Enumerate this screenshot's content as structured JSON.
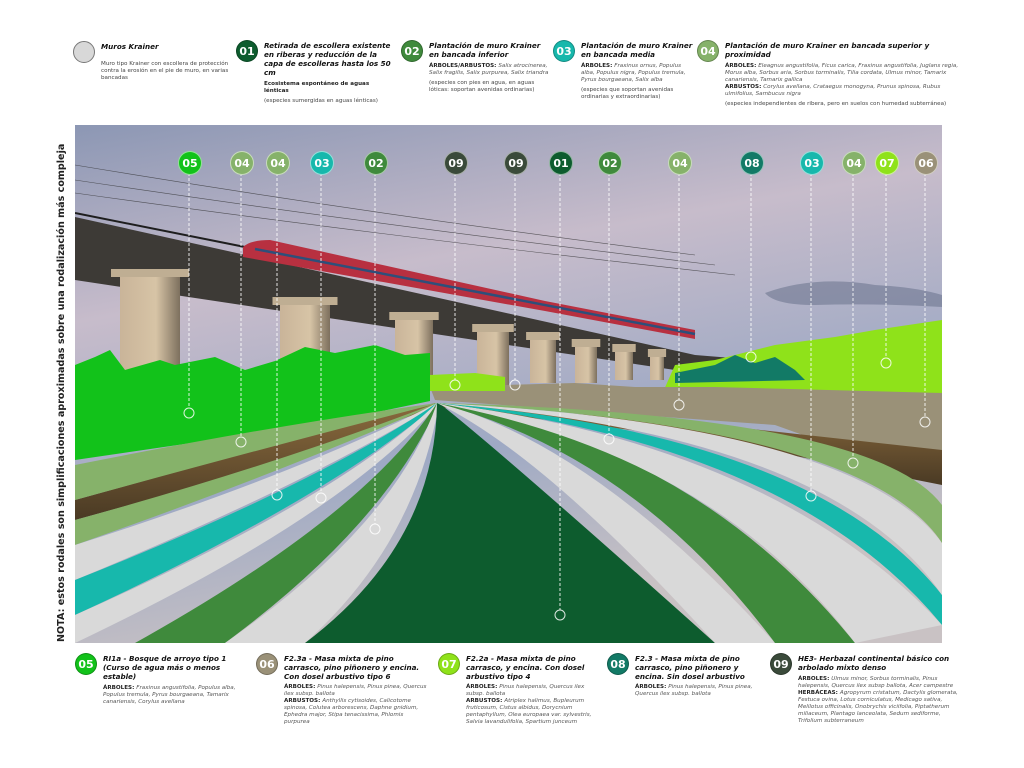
{
  "colors": {
    "c01": "#0d5c2e",
    "c02": "#3f8a3c",
    "c03": "#17b8ac",
    "c04": "#86b26a",
    "c05": "#12c21a",
    "c06": "#9a9178",
    "c07": "#8fe21a",
    "c08": "#127a66",
    "c09": "#3a4a3a",
    "krainer": "#d9d9d9"
  },
  "side_note": "NOTA: estos rodales son simplificaciones aproximadas sobre una rodalización más compleja",
  "legend_top": [
    {
      "id": "krainer",
      "num": "",
      "title": "Muros Krainer",
      "lines": [
        {
          "t": "Muro tipo Krainer con escollera de protección contra la erosión en el pie de muro, en varias bancadas"
        }
      ]
    },
    {
      "id": "01",
      "num": "01",
      "title": "Retirada de escollera existente en riberas y reducción de la capa de escolleras hasta los 50 cm",
      "lines": [
        {
          "b": "Ecosistema espontáneo de aguas lénticas"
        },
        {
          "t": "(especies sumergidas en aguas lénticas)"
        }
      ]
    },
    {
      "id": "02",
      "num": "02",
      "title": "Plantación de muro Krainer en bancada inferior",
      "lines": [
        {
          "b": "ÁRBOLES/ARBUSTOS: ",
          "i": "Salix atrocinerea, Salix fragilis, Salix purpurea, Salix triandra"
        },
        {
          "t": "(especies con pies en agua, en aguas lóticas: soportan avenidas ordinarias)"
        }
      ]
    },
    {
      "id": "03",
      "num": "03",
      "title": "Plantación de muro Krainer en bancada media",
      "lines": [
        {
          "b": "ÁRBOLES: ",
          "i": "Fraxinus ornus, Populus alba, Populus nigra, Populus tremula, Pyrus bourgaeana, Salix alba"
        },
        {
          "t": "(especies que soportan avenidas ordinarias y extraordinarias)"
        }
      ]
    },
    {
      "id": "04",
      "num": "04",
      "title": "Plantación de muro Krainer en bancada superior y proximidad",
      "lines": [
        {
          "b": "ÁRBOLES: ",
          "i": "Eleagnus angustifolia, Ficus carica, Fraxinus angustifolia, Juglans regia, Morus alba, Sorbus aria, Sorbus torminalis, Tilia cordata, Ulmus minor, Tamarix canariensis, Tamarix gallica"
        },
        {
          "b": "ARBUSTOS: ",
          "i": "Corylus avellana, Crataegus monogyna, Prunus spinosa, Rubus ulmifolius, Sambucus nigra"
        },
        {
          "t": "(especies independientes de ribera, pero en suelos con humedad subterránea)"
        }
      ]
    }
  ],
  "legend_bottom": [
    {
      "id": "05",
      "num": "05",
      "title": "RI1a - Bosque de arroyo tipo 1 (Curso de agua más o menos estable)",
      "lines": [
        {
          "b": "ÁRBOLES: ",
          "i": "Fraxinus angustifolia, Populus alba, Populus tremula, Pyrus bourgaeana, Tamarix canariensis, Corylus avellana"
        }
      ]
    },
    {
      "id": "06",
      "num": "06",
      "title": "F2.3a - Masa mixta de pino carrasco, pino piñonero y encina. Con dosel arbustivo tipo 6",
      "lines": [
        {
          "b": "ÁRBOLES: ",
          "i": "Pinus halepensis, Pinus pinea, Quercus ilex subsp. ballota"
        },
        {
          "b": "ARBUSTOS: ",
          "i": "Anthyllis cytisoides, Calicotome spinosa, Colutea arborescens, Daphne gnidium, Ephedra major, Stipa tenacissima, Phlomis purpurea"
        }
      ]
    },
    {
      "id": "07",
      "num": "07",
      "title": "F2.2a - Masa mixta de pino carrasco, y encina. Con dosel arbustivo tipo 4",
      "lines": [
        {
          "b": "ÁRBOLES: ",
          "i": "Pinus halepensis, Quercus ilex subsp. ballota"
        },
        {
          "b": "ARBUSTOS: ",
          "i": "Atriplex halimus, Bupleurum fruticosum, Cistus albidus, Dorycnium pentaphyllum, Olea europaea var. sylvestris, Salvia lavandulifolia, Spartium junceum"
        }
      ]
    },
    {
      "id": "08",
      "num": "08",
      "title": "F2.3 - Masa mixta de pino carrasco, pino piñonero y encina. Sin dosel arbustivo",
      "lines": [
        {
          "b": "ÁRBOLES: ",
          "i": "Pinus halepensis, Pinus pinea, Quercus ilex subsp. ballota"
        }
      ]
    },
    {
      "id": "09",
      "num": "09",
      "title": "HE3- Herbazal continental básico con arbolado mixto denso",
      "lines": [
        {
          "b": "ÁRBOLES: ",
          "i": "Ulmus minor, Sorbus torminalis, Pinus halepensis, Quercus ilex subsp ballota, Acer campestre"
        },
        {
          "b": "HERBÁCEAS: ",
          "i": "Agropyrum cristatum, Dactylis glomerata, Festuca ovina, Lotus corniculatus, Medicago sativa, Melilotus officinalis, Onobrychis viciifolia, Piptatherum miliaceum, Plantago lanceolata, Sedum sediforme, Trifolium subterraneum"
        }
      ]
    }
  ],
  "scene_markers": [
    "05",
    "04",
    "04",
    "03",
    "02",
    "09",
    "09",
    "01",
    "02",
    "04",
    "08",
    "03",
    "04",
    "07",
    "06"
  ]
}
